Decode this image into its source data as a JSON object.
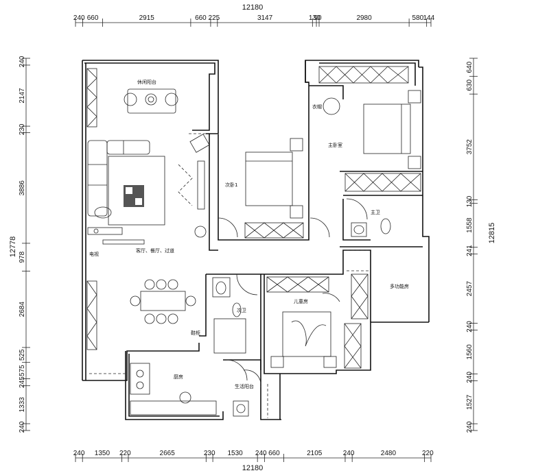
{
  "dimensions": {
    "top_total": "12180",
    "top_segments": [
      "240",
      "660",
      "2915",
      "660",
      "225",
      "3147",
      "130",
      "90",
      "2980",
      "580",
      "144"
    ],
    "bottom_total": "12180",
    "bottom_segments": [
      "240",
      "1350",
      "220",
      "2665",
      "230",
      "1530",
      "240",
      "660",
      "2105",
      "240",
      "2480",
      "220"
    ],
    "left_total": "12778",
    "left_segments": [
      "240",
      "2147",
      "230",
      "3886",
      "978",
      "2684",
      "525",
      "575",
      "245",
      "1333",
      "240"
    ],
    "right_total": "12815",
    "right_segments": [
      "640",
      "630",
      "3752",
      "130",
      "1558",
      "241",
      "2457",
      "240",
      "1560",
      "240",
      "1527",
      "240"
    ]
  },
  "rooms": {
    "leisure_balcony": "休闲阳台",
    "living_dining": "客厅、餐厅、过道",
    "second_bedroom": "次卧1",
    "master_bedroom": "主卧室",
    "master_bath": "主卫",
    "multi_function": "多功能房",
    "children_room": "儿童房",
    "guest_bath": "次卫",
    "kitchen": "厨房",
    "service_balcony": "生活阳台",
    "dressing": "衣帽",
    "shoe_cabinet": "鞋柜",
    "tv_cabinet": "电视"
  }
}
